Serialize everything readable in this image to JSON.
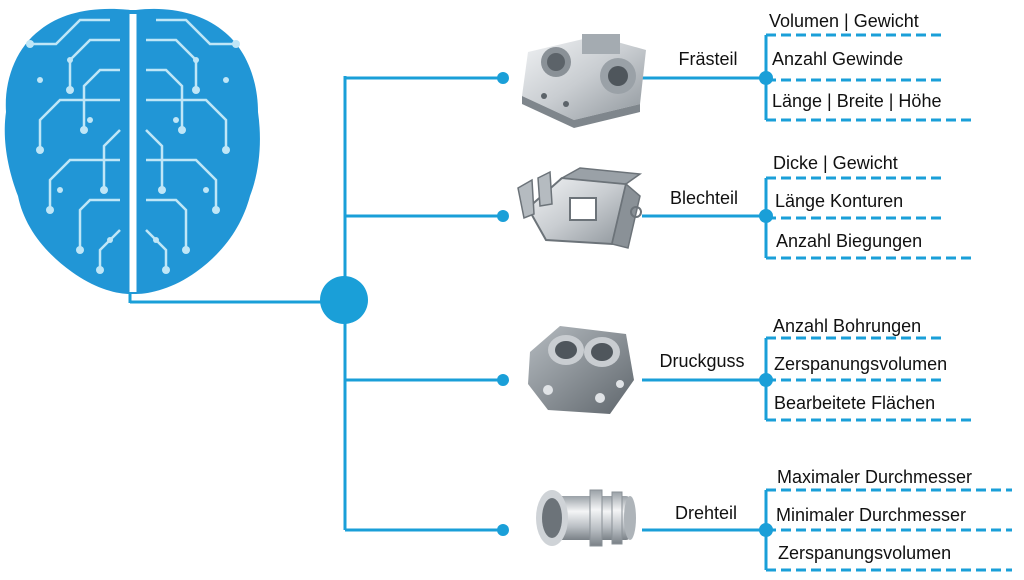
{
  "colors": {
    "accent": "#1a9fd8",
    "brain": "#2196d6",
    "brain_trace": "#bfe6f7",
    "metal_light": "#e0e3e6",
    "metal_dark": "#8f969c",
    "text": "#111111"
  },
  "brain": {
    "icon": "circuit-brain-icon"
  },
  "categories": [
    {
      "name": "Frästeil",
      "icon": "milled-part-icon",
      "features": [
        "Volumen | Gewicht",
        "Anzahl Gewinde",
        "Länge | Breite | Höhe"
      ]
    },
    {
      "name": "Blechteil",
      "icon": "sheet-metal-part-icon",
      "features": [
        "Dicke | Gewicht",
        "Länge Konturen",
        "Anzahl Biegungen"
      ]
    },
    {
      "name": "Druckguss",
      "icon": "die-cast-part-icon",
      "features": [
        "Anzahl Bohrungen",
        "Zerspanungsvolumen",
        "Bearbeitete Flächen"
      ]
    },
    {
      "name": "Drehteil",
      "icon": "turned-part-icon",
      "features": [
        "Maximaler Durchmesser",
        "Minimaler Durchmesser",
        "Zerspanungsvolumen"
      ]
    }
  ]
}
